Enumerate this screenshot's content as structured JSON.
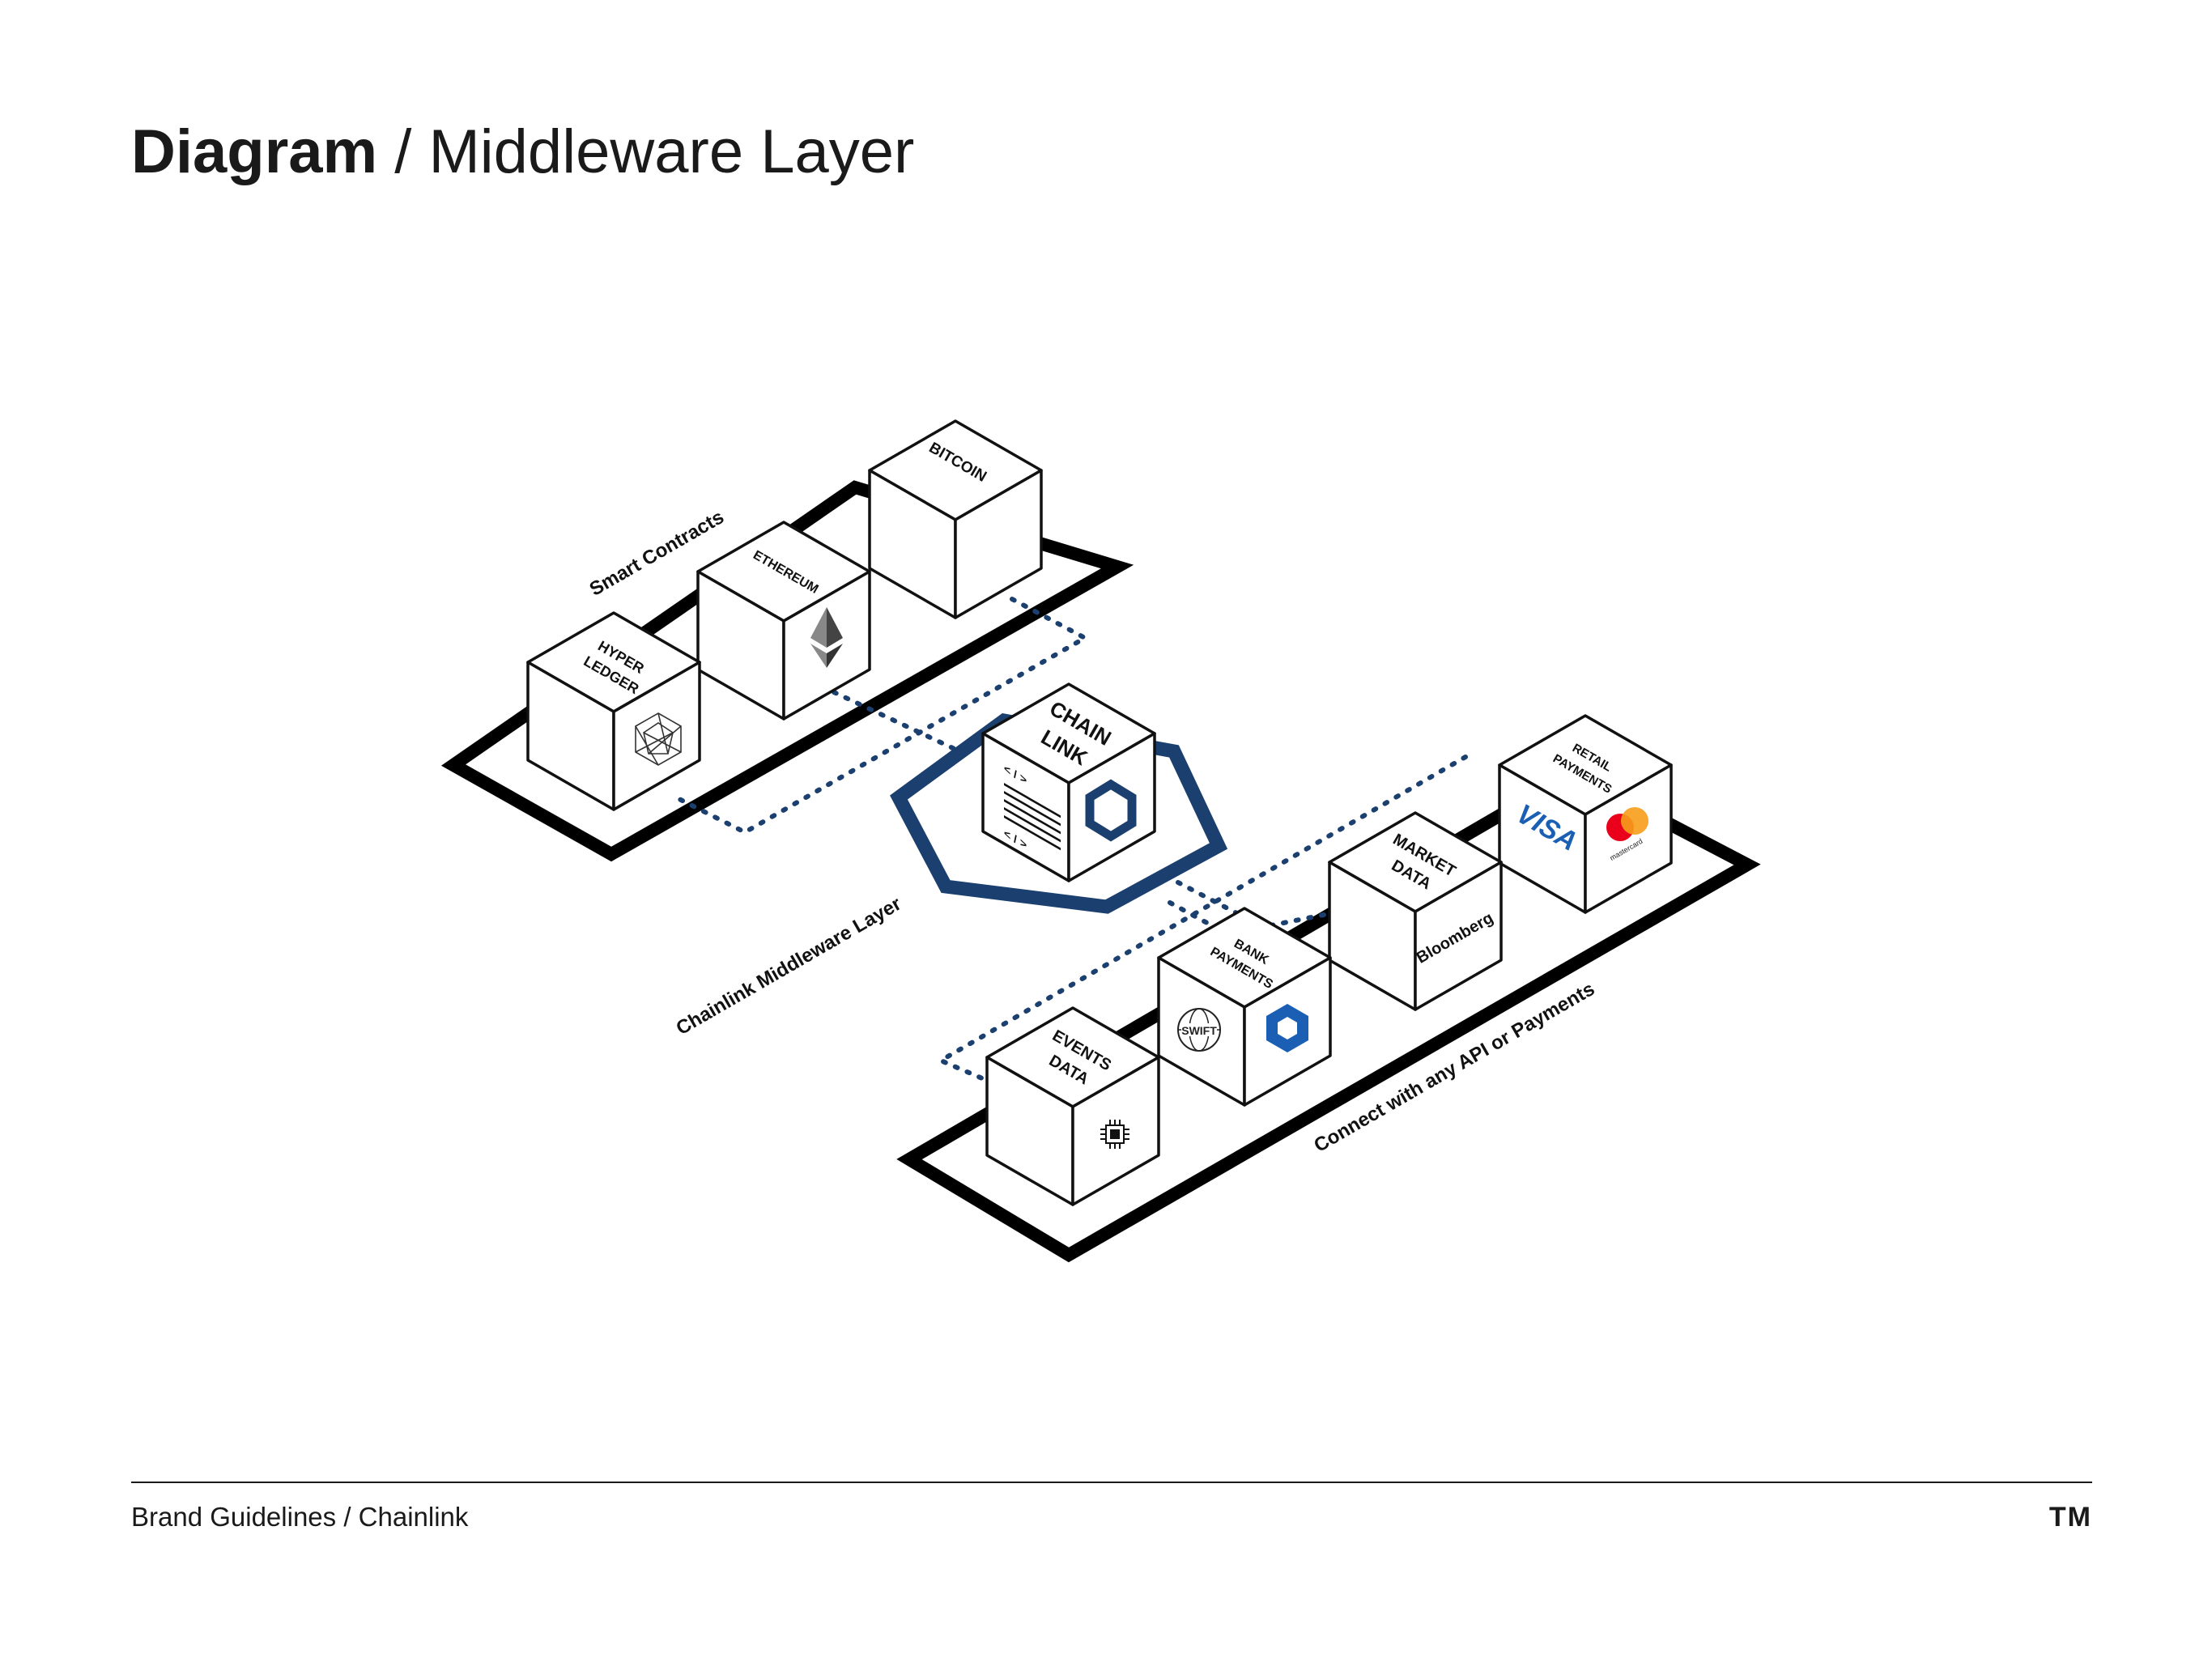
{
  "header": {
    "title_bold": "Diagram",
    "title_rest": " / Middleware Layer"
  },
  "footer": {
    "brand_text": "Brand Guidelines / Chainlink",
    "mark": "TM"
  },
  "colors": {
    "ink": "#111111",
    "chainlink_blue": "#1b3f6e",
    "visa_blue": "#1a5fb4",
    "mc_red": "#eb001b",
    "mc_orange": "#f79e1b"
  },
  "labels": {
    "smart_contracts": "Smart Contracts",
    "middleware_layer": "Chainlink Middleware Layer",
    "connect_any": "Connect with any API or Payments"
  },
  "blocks": {
    "bitcoin": {
      "title": "BITCOIN"
    },
    "ethereum": {
      "title": "ETHEREUM",
      "icon": "ethereum-icon"
    },
    "hyperledger": {
      "title_line1": "HYPER",
      "title_line2": "LEDGER",
      "icon": "hyperledger-icon"
    },
    "chainlink": {
      "title_line1": "CHAIN",
      "title_line2": "LINK",
      "code_tag": "< / >",
      "icon": "chainlink-hexagon-icon"
    },
    "retail_payments": {
      "title_line1": "RETAIL",
      "title_line2": "PAYMENTS",
      "visa": "VISA",
      "mastercard": "mastercard"
    },
    "market_data": {
      "title_line1": "MARKET",
      "title_line2": "DATA",
      "bloomberg": "Bloomberg"
    },
    "bank_payments": {
      "title_line1": "BANK",
      "title_line2": "PAYMENTS",
      "swift": "SWIFT",
      "icon": "chase-bank-icon"
    },
    "events_data": {
      "title_line1": "EVENTS",
      "title_line2": "DATA",
      "icon": "chip-icon"
    }
  }
}
